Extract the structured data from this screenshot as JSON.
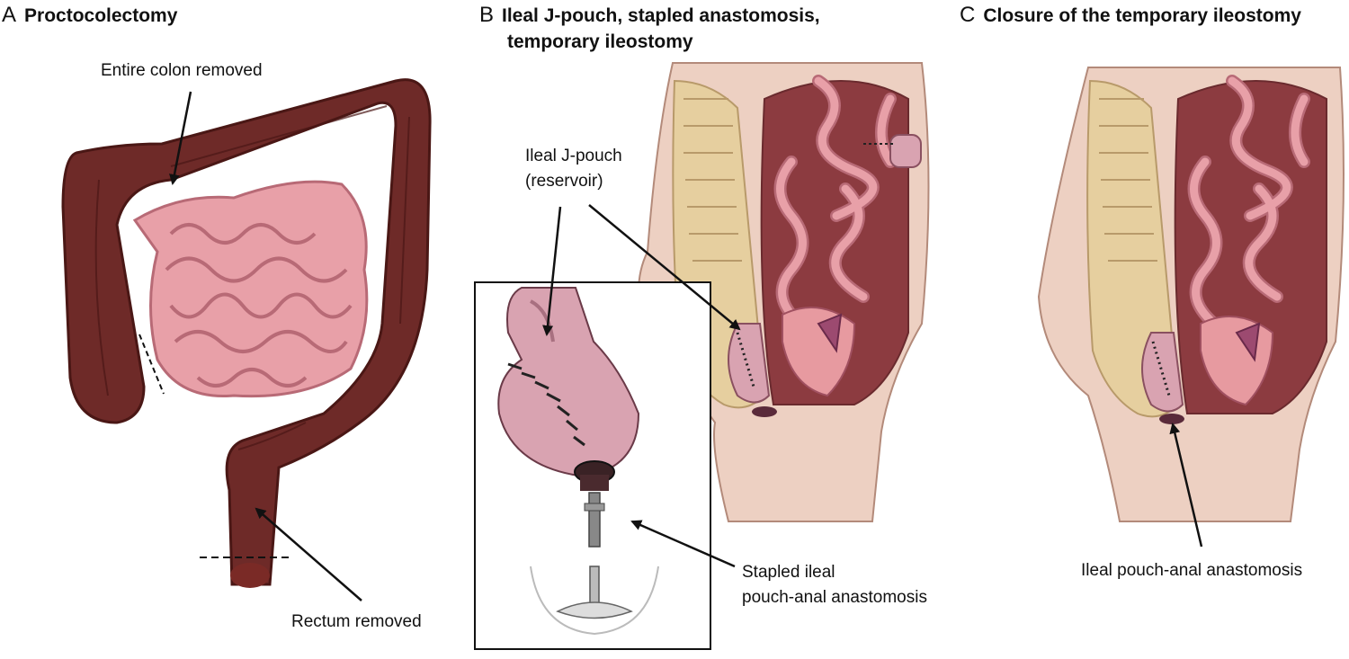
{
  "panels": {
    "a": {
      "letter": "A",
      "title": "Proctocolectomy",
      "labels": {
        "colon": "Entire colon removed",
        "rectum": "Rectum removed"
      }
    },
    "b": {
      "letter": "B",
      "title_line1": "Ileal J-pouch, stapled anastomosis,",
      "title_line2": "temporary ileostomy",
      "labels": {
        "pouch1": "Ileal J-pouch",
        "pouch2": "(reservoir)",
        "anast1": "Stapled ileal",
        "anast2": "pouch-anal anastomosis"
      }
    },
    "c": {
      "letter": "C",
      "title": "Closure of the temporary ileostomy",
      "labels": {
        "anast": "Ileal pouch-anal anastomosis"
      }
    }
  },
  "colors": {
    "colon": "#6e2a28",
    "colon_dark": "#4a1715",
    "intestine": "#e8a0a8",
    "intestine_dark": "#b86a76",
    "skin": "#edd0c2",
    "bone": "#e6cf9f",
    "cavity": "#8c3b40",
    "pouch": "#d9a3b1"
  }
}
